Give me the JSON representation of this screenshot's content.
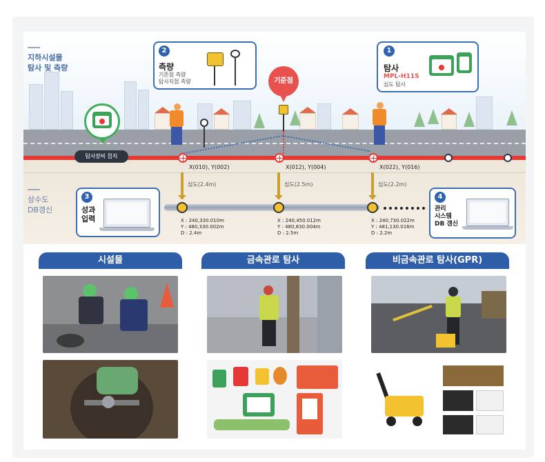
{
  "diagram": {
    "side_labels": {
      "top": [
        "지하시설물",
        "탐사 및 측량"
      ],
      "bottom": [
        "상수도",
        "DB갱신"
      ]
    },
    "steps": [
      {
        "num": "1",
        "title": "탐사",
        "model": "MPL-H11S",
        "desc": "심도 탐사"
      },
      {
        "num": "2",
        "title": "측량",
        "desc_lines": [
          "기준점 측량",
          "탐사지점 측량"
        ]
      },
      {
        "num": "3",
        "title_lines": [
          "성과",
          "입력"
        ]
      },
      {
        "num": "4",
        "title_lines": [
          "관리",
          "시스템",
          "DB 갱신"
        ]
      }
    ],
    "reference_point_label": "기준점",
    "equipment_contact_label": "탐사장비 접지",
    "survey_points": [
      {
        "coord": "X(010), Y(002)",
        "depth": "심도(2.4m)",
        "x": "X : 240,330.010m",
        "y": "Y : 480,330.002m",
        "d": "D : 2.4m"
      },
      {
        "coord": "X(012), Y(004)",
        "depth": "심도(2.5m)",
        "x": "X : 240,450.012m",
        "y": "Y : 480,830.004m",
        "d": "D : 2.5m"
      },
      {
        "coord": "X(022), Y(016)",
        "depth": "심도(2.2m)",
        "x": "X : 240,730.022m",
        "y": "Y : 481,130.016m",
        "d": "D : 2.2m"
      }
    ]
  },
  "sections": [
    {
      "title": "시설물"
    },
    {
      "title": "금속관로 탐사"
    },
    {
      "title": "비금속관로 탐사(GPR)"
    }
  ],
  "colors": {
    "accent_blue": "#2f5ea8",
    "road_red": "#e53935",
    "device_green": "#3da15c",
    "pin_red": "#e8514d"
  }
}
